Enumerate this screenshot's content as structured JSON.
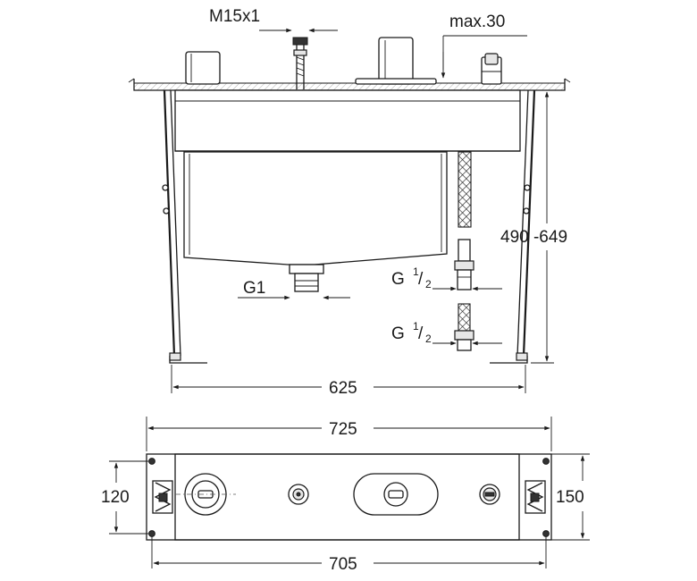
{
  "dimensions": {
    "valve_thread": "M15x1",
    "max_offset": "max.30",
    "height_range": "490 -649",
    "drain_thread": "G1",
    "supply_thread_1": "G",
    "supply_thread_2": "G",
    "supply_fraction": "1/2",
    "fraction_num": "1",
    "fraction_den": "2",
    "frame_width": "625",
    "plate_length": "725",
    "plate_inner_length": "705",
    "plate_inner_width": "120",
    "plate_width": "150"
  }
}
